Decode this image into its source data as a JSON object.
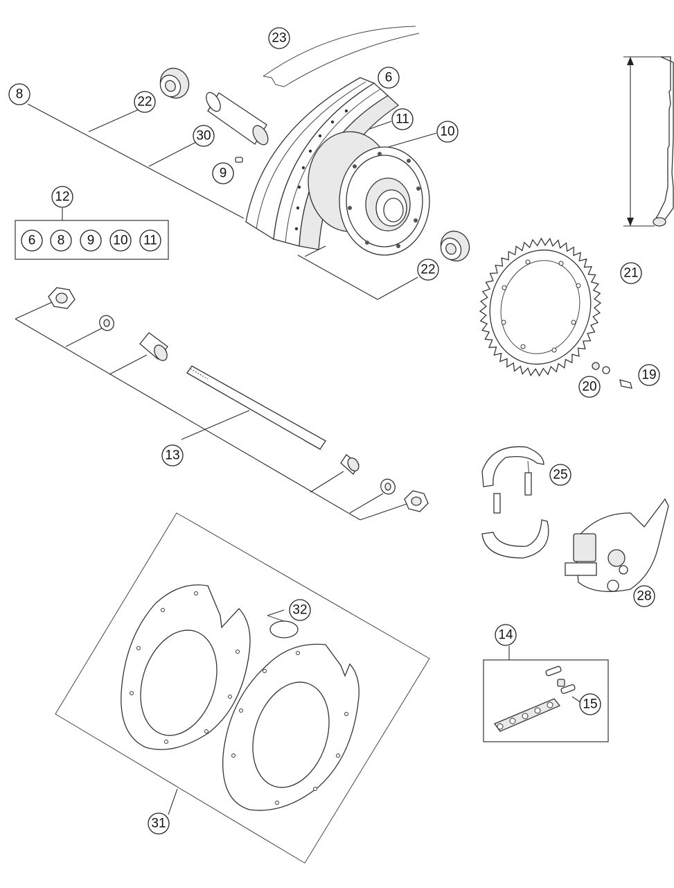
{
  "callouts": {
    "c23": "23",
    "c6": "6",
    "c8": "8",
    "c22a": "22",
    "c30": "30",
    "c11": "11",
    "c10": "10",
    "c9": "9",
    "c12": "12",
    "kit12": [
      "6",
      "8",
      "9",
      "10",
      "11"
    ],
    "c22b": "22",
    "c21": "21",
    "c13": "13",
    "c20": "20",
    "c19": "19",
    "c25": "25",
    "c28": "28",
    "c32": "32",
    "c14": "14",
    "c15": "15",
    "c31": "31"
  }
}
